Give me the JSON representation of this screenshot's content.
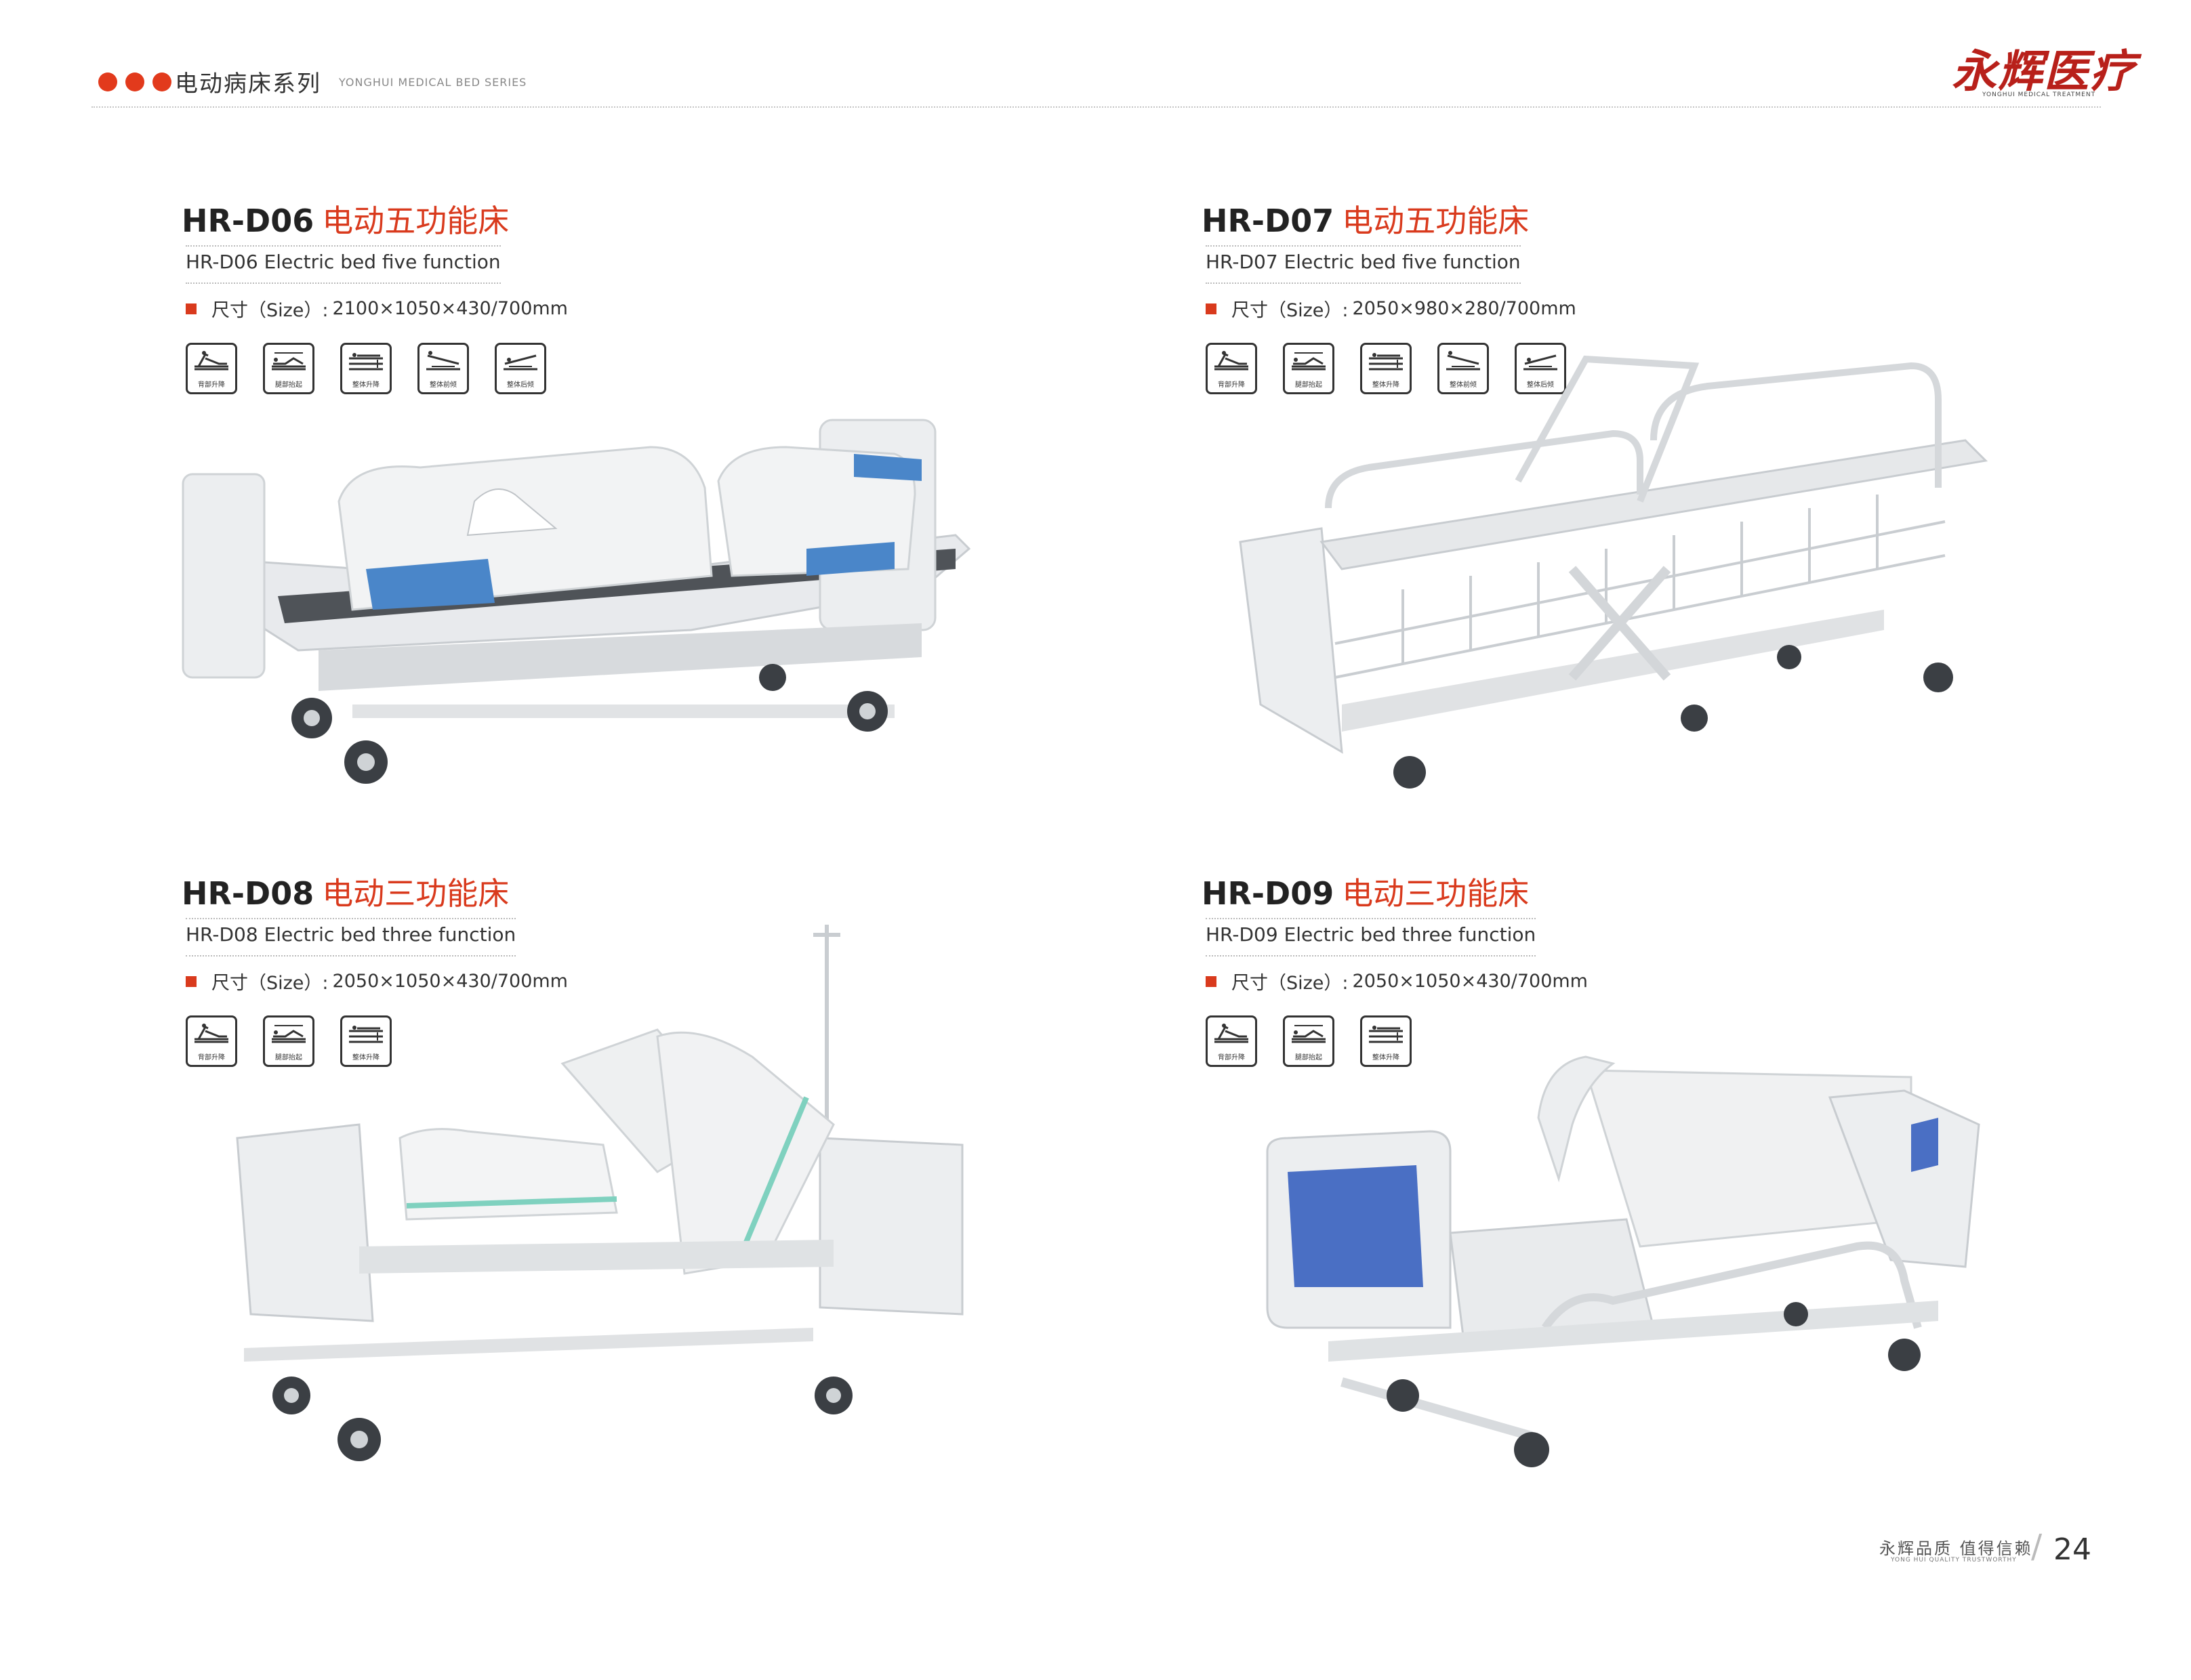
{
  "header": {
    "series_cn": "电动病床系列",
    "series_en": "YONGHUI MEDICAL BED SERIES",
    "brand_logo": "永辉医疗",
    "brand_sub": "YONGHUI MEDICAL TREATMENT"
  },
  "accent_color": "#d93a1d",
  "products": [
    {
      "model": "HR-D06",
      "name_cn": "电动五功能床",
      "name_en": "HR-D06 Electric bed five function",
      "size_label": "尺寸（Size）:",
      "size_value": "2100×1050×430/700mm",
      "icons": [
        {
          "icon": "back-lift-icon",
          "label": "背部升降"
        },
        {
          "icon": "leg-lift-icon",
          "label": "腿部抬起"
        },
        {
          "icon": "height-adjust-icon",
          "label": "整体升降"
        },
        {
          "icon": "tilt-forward-icon",
          "label": "整体前倾"
        },
        {
          "icon": "tilt-backward-icon",
          "label": "整体后倾"
        }
      ]
    },
    {
      "model": "HR-D07",
      "name_cn": "电动五功能床",
      "name_en": "HR-D07 Electric bed five function",
      "size_label": "尺寸（Size）:",
      "size_value": "2050×980×280/700mm",
      "icons": [
        {
          "icon": "back-lift-icon",
          "label": "背部升降"
        },
        {
          "icon": "leg-lift-icon",
          "label": "腿部抬起"
        },
        {
          "icon": "height-adjust-icon",
          "label": "整体升降"
        },
        {
          "icon": "tilt-forward-icon",
          "label": "整体前倾"
        },
        {
          "icon": "tilt-backward-icon",
          "label": "整体后倾"
        }
      ]
    },
    {
      "model": "HR-D08",
      "name_cn": "电动三功能床",
      "name_en": "HR-D08 Electric bed three function",
      "size_label": "尺寸（Size）:",
      "size_value": "2050×1050×430/700mm",
      "icons": [
        {
          "icon": "back-lift-icon",
          "label": "背部升降"
        },
        {
          "icon": "leg-lift-icon",
          "label": "腿部抬起"
        },
        {
          "icon": "height-adjust-icon",
          "label": "整体升降"
        }
      ]
    },
    {
      "model": "HR-D09",
      "name_cn": "电动三功能床",
      "name_en": "HR-D09 Electric bed three function",
      "size_label": "尺寸（Size）:",
      "size_value": "2050×1050×430/700mm",
      "icons": [
        {
          "icon": "back-lift-icon",
          "label": "背部升降"
        },
        {
          "icon": "leg-lift-icon",
          "label": "腿部抬起"
        },
        {
          "icon": "height-adjust-icon",
          "label": "整体升降"
        }
      ]
    }
  ],
  "footer": {
    "slogan_cn": "永辉品质 值得信赖",
    "slogan_en": "YONG HUI QUALITY TRUSTWORTHY",
    "page_number": "24"
  }
}
